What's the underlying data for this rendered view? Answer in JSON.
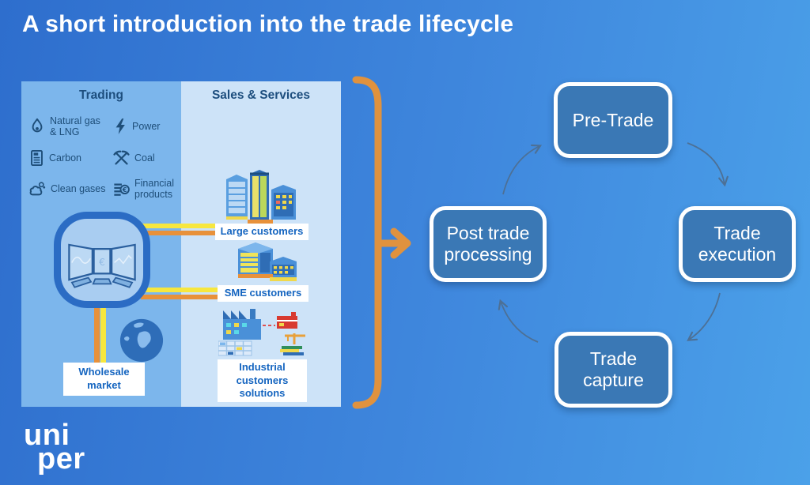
{
  "title": "A short introduction into the trade lifecycle",
  "panel": {
    "trading": {
      "header": "Trading",
      "items": [
        {
          "label": "Natural gas & LNG",
          "icon": "flame-icon"
        },
        {
          "label": "Power",
          "icon": "lightning-icon"
        },
        {
          "label": "Carbon",
          "icon": "co2-document-icon"
        },
        {
          "label": "Coal",
          "icon": "crossed-pickaxes-icon"
        },
        {
          "label": "Clean gases",
          "icon": "clean-gas-icon"
        },
        {
          "label": "Financial products",
          "icon": "euro-coins-icon"
        }
      ],
      "wholesale_label": "Wholesale market"
    },
    "sales": {
      "header": "Sales & Services",
      "customer_labels": [
        "Large customers",
        "SME customers",
        "Industrial customers solutions"
      ]
    }
  },
  "cycle": {
    "stages": [
      "Pre-Trade",
      "Trade execution",
      "Trade capture",
      "Post trade processing"
    ]
  },
  "logo": {
    "line1": "uni",
    "line2": "per"
  },
  "colors": {
    "background_left": "#2e6ecd",
    "background_right": "#4ba1e9",
    "trading_column_bg": "#7cb6ec",
    "sales_column_bg": "#cde3f8",
    "header_text": "#1d4e7e",
    "tag_text": "#1565c0",
    "stripe_yellow": "#f7e73e",
    "stripe_orange": "#e8913a",
    "bracket_orange": "#e0923e",
    "stage_box_fill": "#3a78b5",
    "stage_box_border": "#ffffff",
    "cycle_arrow": "#4d7095"
  }
}
